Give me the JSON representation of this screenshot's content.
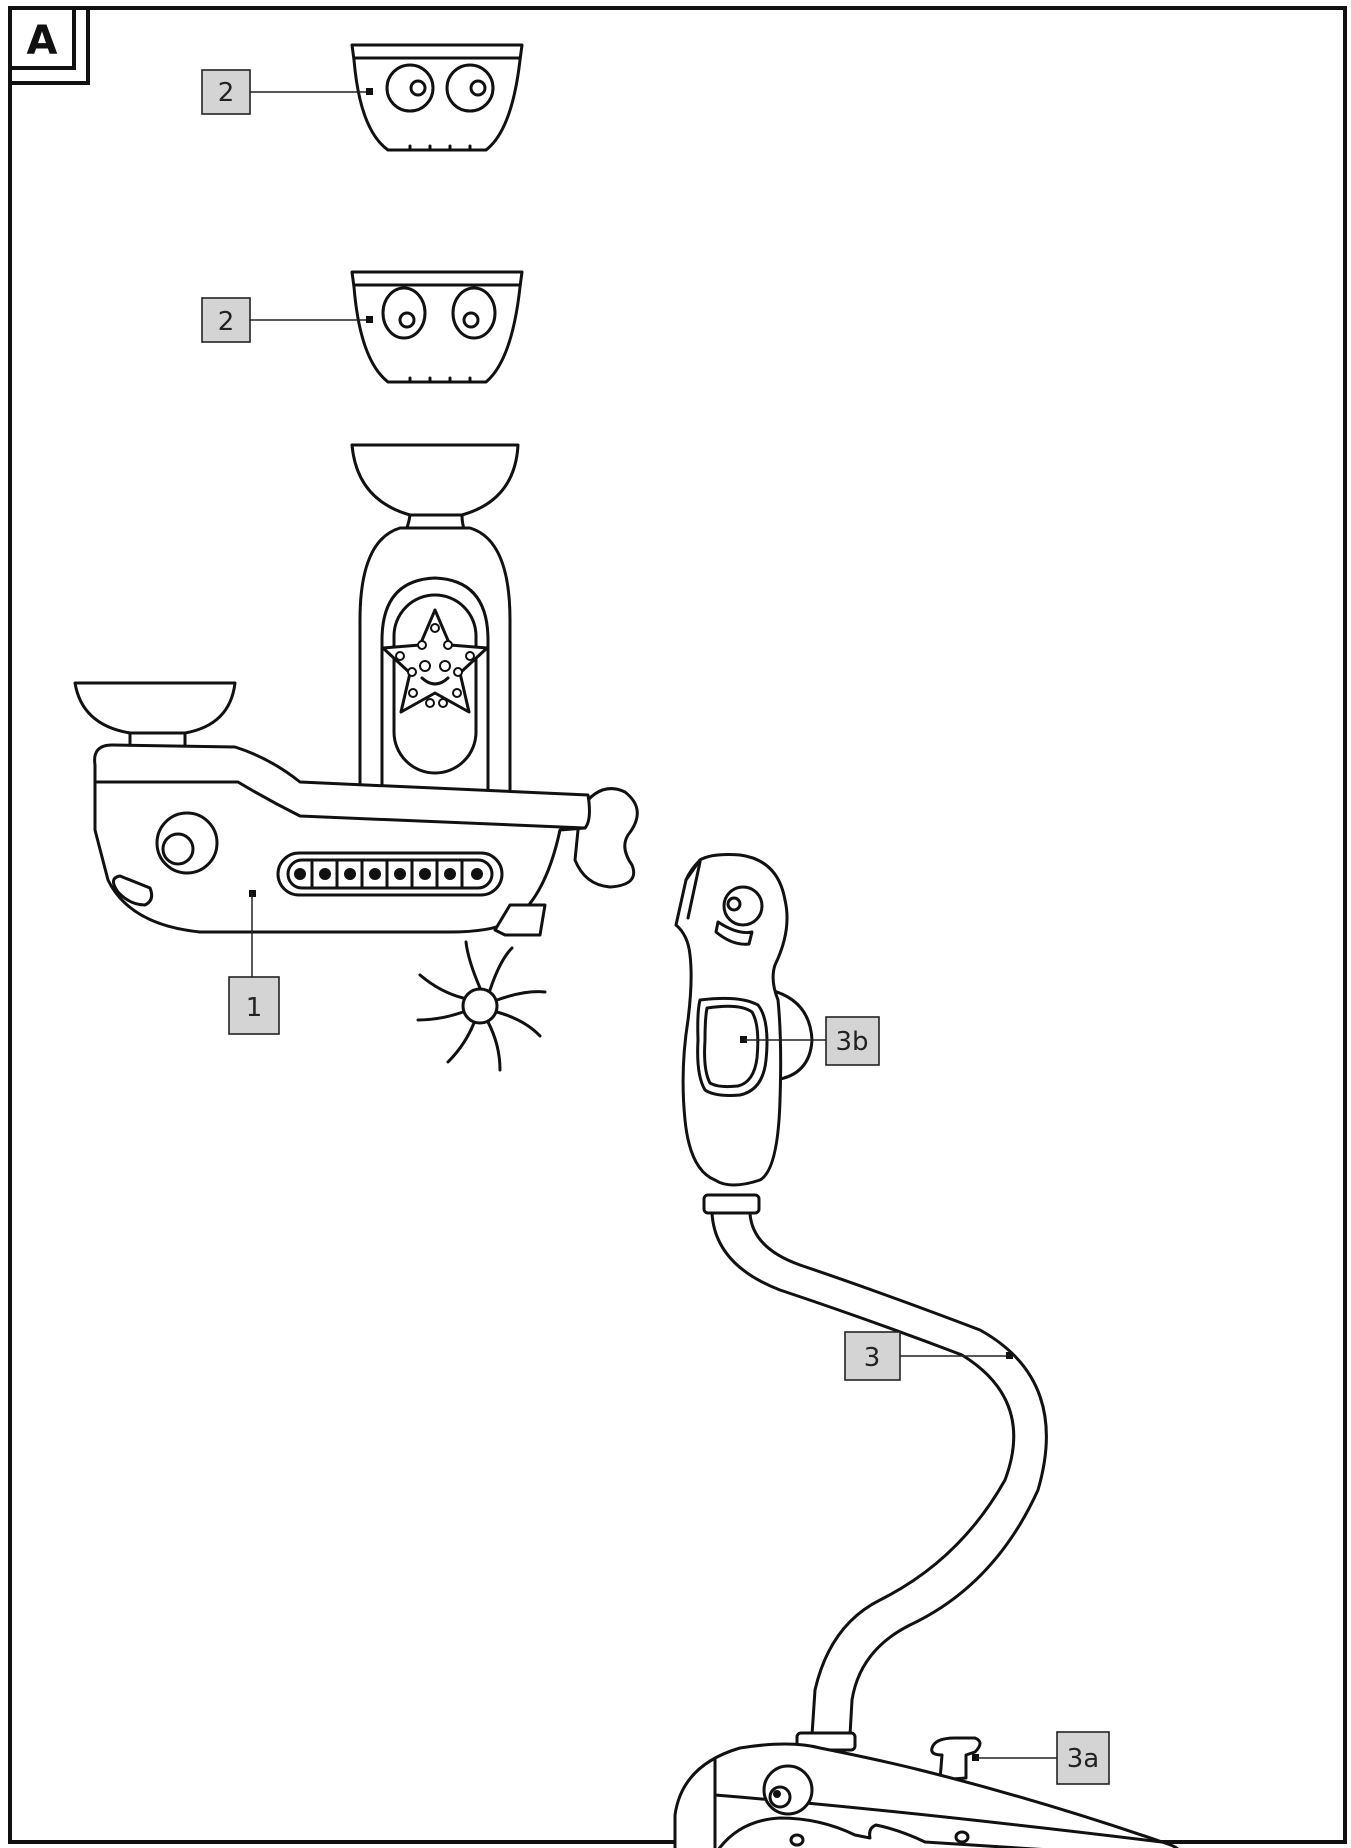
{
  "figure_label": "A",
  "callouts": {
    "cup_top": "2",
    "cup_middle": "2",
    "boat": "1",
    "handle_button": "3b",
    "hose": "3",
    "whale_valve": "3a"
  }
}
